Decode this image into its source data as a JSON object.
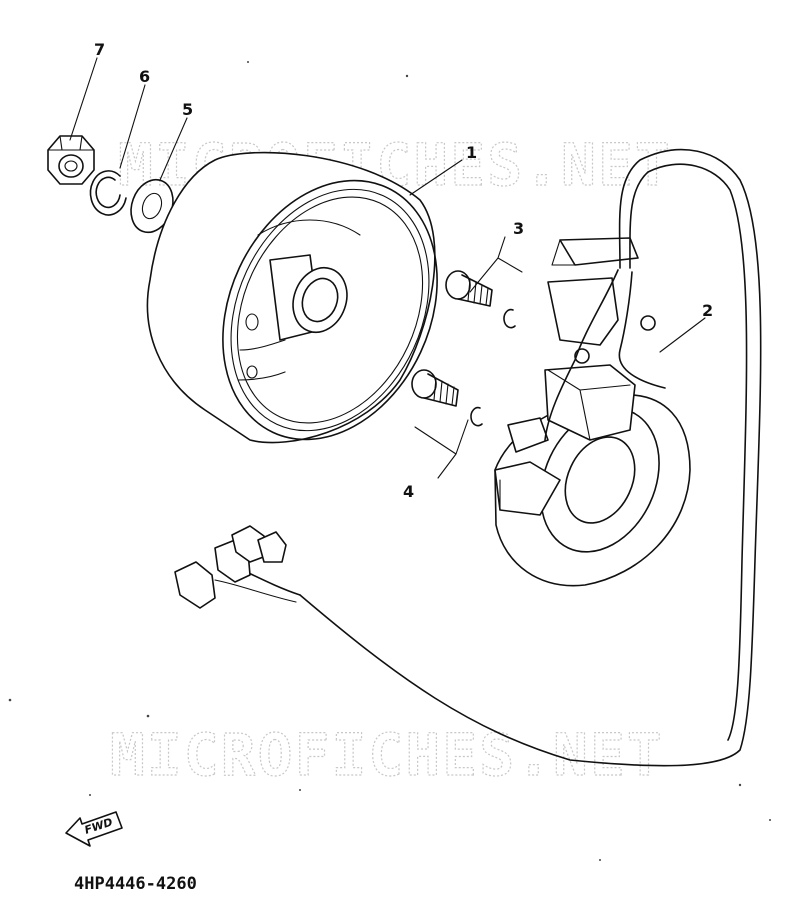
{
  "diagram": {
    "watermark_text": "MICROFICHES.NET",
    "part_number": "4HP4446-4260",
    "direction_label": "FWD",
    "callouts": [
      "1",
      "2",
      "3",
      "4",
      "5",
      "6",
      "7"
    ]
  }
}
